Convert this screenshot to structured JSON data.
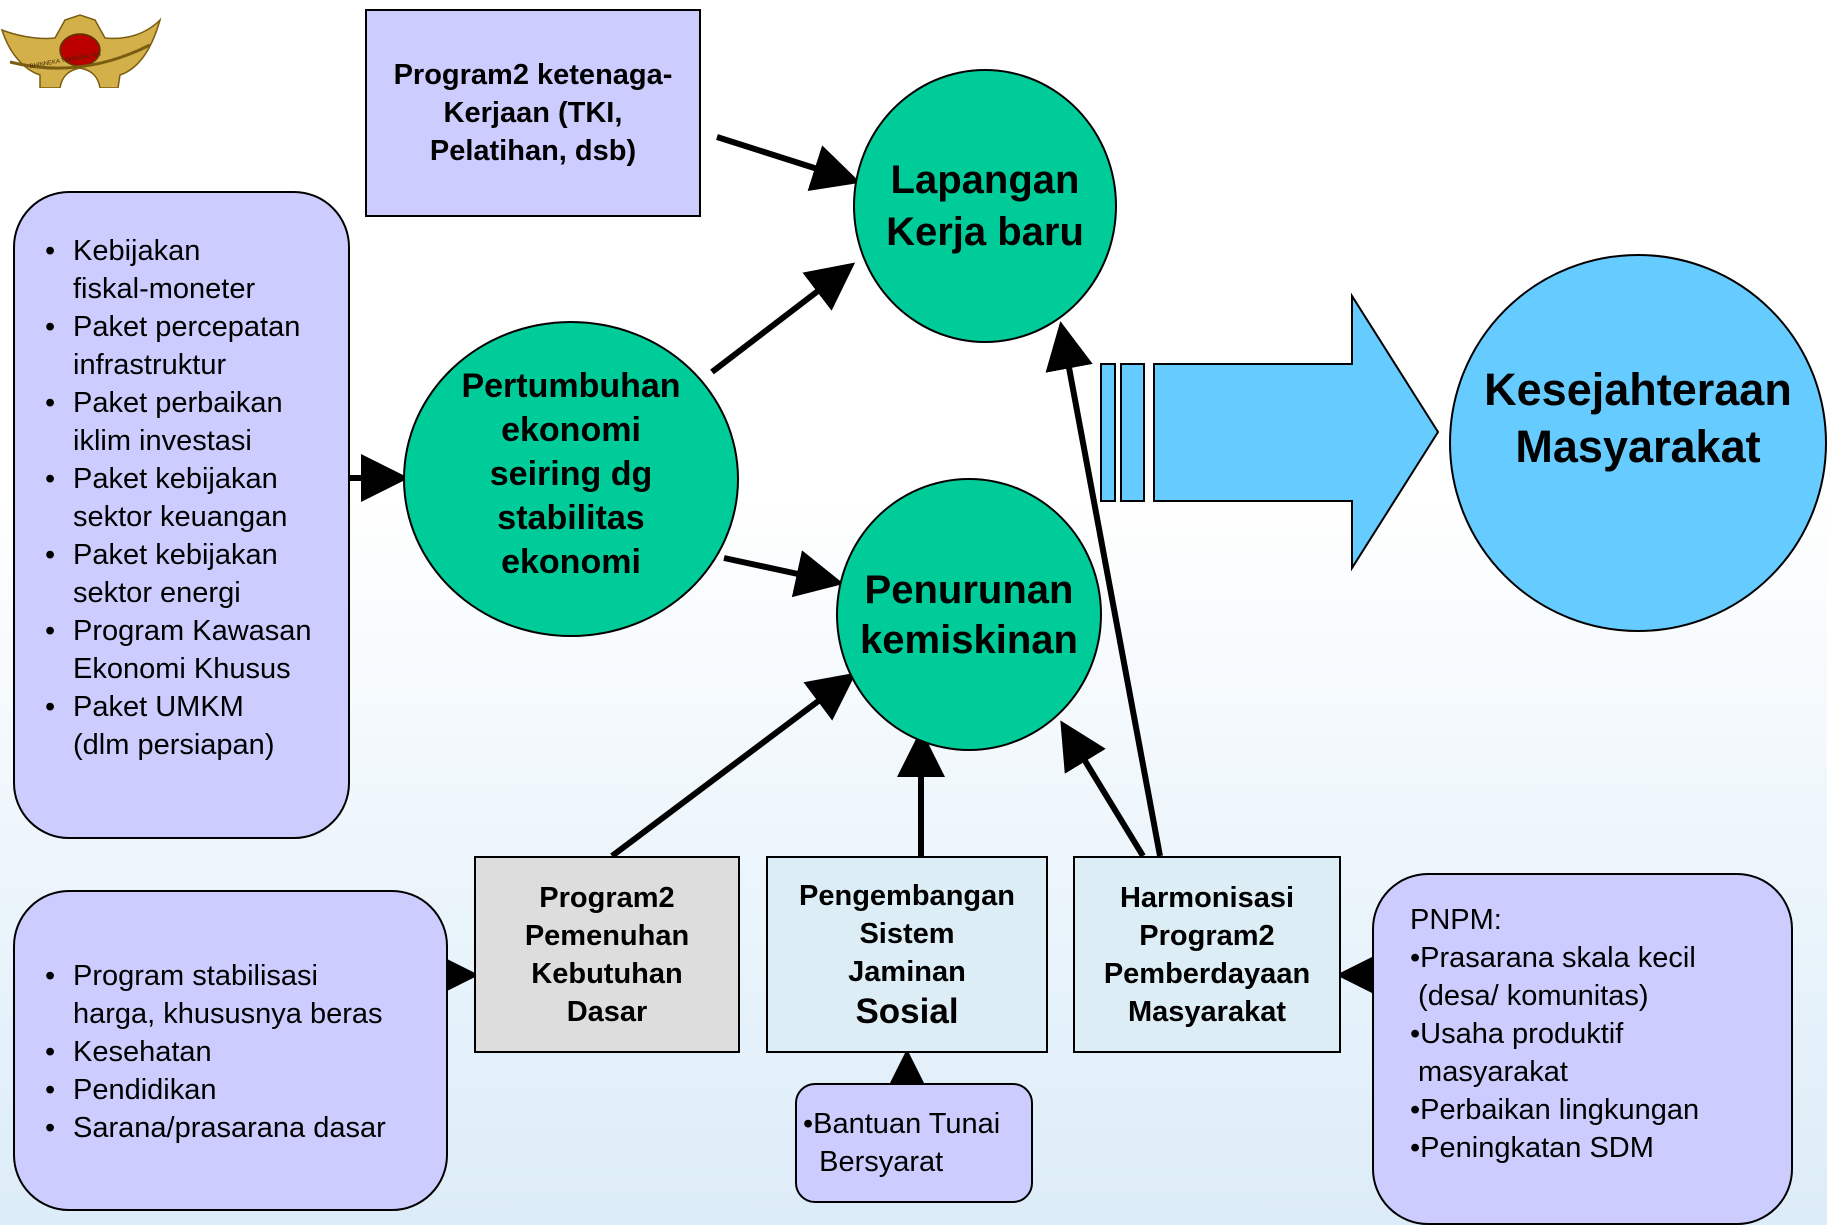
{
  "box_program_ketenagakerjaan": "Program2 ketenaga-\nKerjaan (TKI,\nPelatihan, dsb)",
  "circle_lapangan": "Lapangan\nKerja baru",
  "circle_pertumbuhan": "Pertumbuhan\nekonomi\nseiring dg\nstabilitas\nekonomi",
  "circle_penurunan": "Penurunan\nkemiskinan",
  "circle_kesejahteraan": "Kesejahteraan\nMasyarakat",
  "policy_list": [
    "Kebijakan\nfiskal-moneter",
    "Paket percepatan\ninfrastruktur",
    "Paket perbaikan\niklim investasi",
    "Paket kebijakan\nsektor keuangan",
    "Paket kebijakan\nsektor energi",
    "Program Kawasan\nEkonomi Khusus",
    "Paket UMKM\n(dlm persiapan)"
  ],
  "basic_list": [
    "Program stabilisasi\nharga, khususnya beras",
    "Kesehatan",
    "Pendidikan",
    "Sarana/prasarana dasar"
  ],
  "box_kebutuhan_dasar": "Program2\nPemenuhan\nKebutuhan\nDasar",
  "box_jaminan_sosial_top": "Pengembangan\nSistem\nJaminan",
  "box_jaminan_sosial_bottom": "Sosial",
  "box_harmonisasi": "Harmonisasi\nProgram2\nPemberdayaan\nMasyarakat",
  "box_bantuan_tunai": "•Bantuan Tunai\n  Bersyarat",
  "pnpm": {
    "title": "PNPM:",
    "items": [
      "•Prasarana skala kecil\n (desa/ komunitas)",
      "•Usaha produktif\n masyarakat",
      "•Perbaikan lingkungan",
      "•Peningkatan SDM"
    ]
  },
  "logo_motto": "BHINNEKA TUNGGAL IKA",
  "colors": {
    "lavender": "#ccccff",
    "green": "#00cc99",
    "sky_blue": "#66ccff",
    "gray": "#dddddd",
    "light_blue": "#ddedf6"
  }
}
